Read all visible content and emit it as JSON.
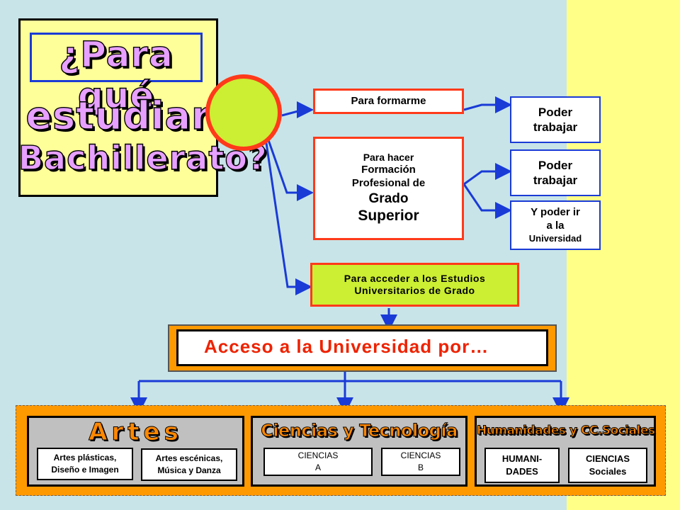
{
  "title": {
    "line1": "¿Para qué",
    "line2": "estudiar",
    "line3": "Bachillerato?"
  },
  "boxes": {
    "formarme": "Para formarme",
    "hacer_fp": [
      "Para hacer",
      "Formación",
      "Profesional de",
      "Grado",
      "Superior"
    ],
    "acceder": [
      "Para acceder a los Estudios",
      "Universitarios de Grado"
    ]
  },
  "outcomes": {
    "trabajar_1": [
      "Poder",
      "trabajar"
    ],
    "trabajar_2": [
      "Poder",
      "trabajar"
    ],
    "universidad": [
      "Y poder ir",
      "a la",
      "Universidad"
    ]
  },
  "acceso": "Acceso a la Universidad por…",
  "categories": [
    {
      "title": "Artes",
      "subs": [
        [
          "Artes plásticas,",
          "Diseño e Imagen"
        ],
        [
          "Artes escénicas,",
          "Música y Danza"
        ]
      ]
    },
    {
      "title": "Ciencias y Tecnología",
      "subs": [
        [
          "CIENCIAS",
          "A"
        ],
        [
          "CIENCIAS",
          "B"
        ]
      ]
    },
    {
      "title": "Humanidades y CC.Sociales",
      "subs": [
        [
          "HUMANI-",
          "DADES"
        ],
        [
          "CIENCIAS",
          "Sociales"
        ]
      ]
    }
  ],
  "colors": {
    "background": "#c8e4e8",
    "strip": "#ffff88",
    "orange": "#ff9900",
    "red": "#ff3a1a",
    "blue": "#1a3bd6",
    "lime": "#ccee33"
  }
}
